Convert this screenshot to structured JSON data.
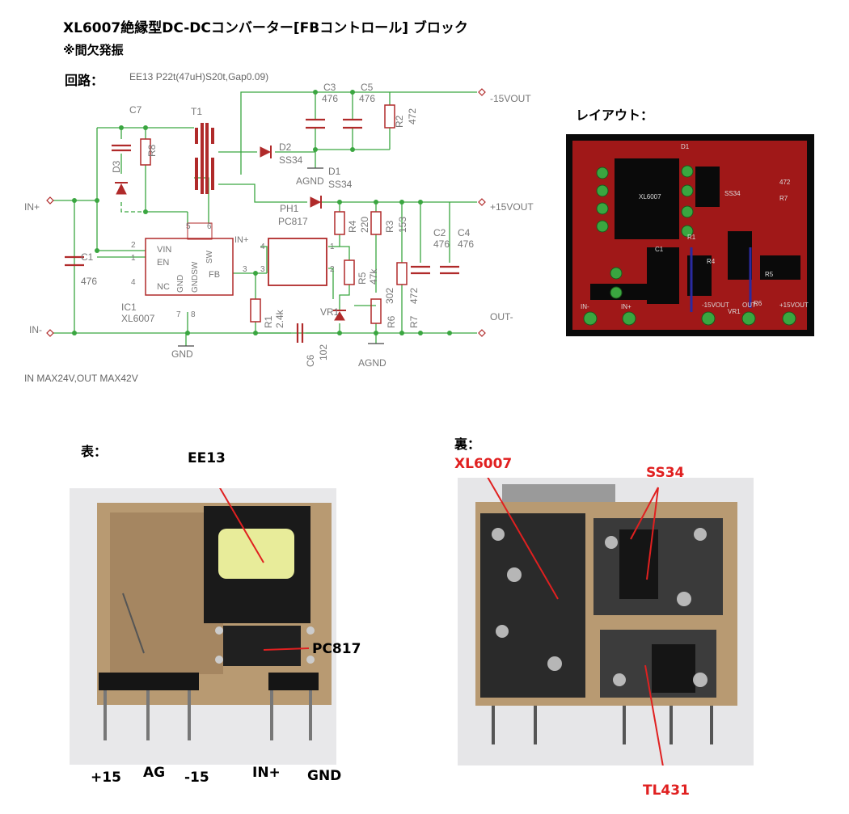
{
  "title": "XL6007絶縁型DC-DCコンバーター[FBコントロール] ブロック",
  "subtitle": "※間欠発振",
  "circuit_label": "回路：",
  "transformer_spec": "EE13 P22t(47uH)S20t,Gap0.09)",
  "io_note": "IN MAX24V,OUT MAX42V",
  "layout_label": "レイアウト：",
  "front_label": "表：",
  "back_label": "裏：",
  "schematic": {
    "nets": {
      "m15vout": "-15VOUT",
      "p15vout": "+15VOUT",
      "inp": "IN+",
      "inm": "IN-",
      "outm": "OUT-",
      "gnd": "GND",
      "agnd": "AGND",
      "inp_small": "IN+"
    },
    "parts": {
      "c7": "C7",
      "t1": "T1",
      "c3": "C3",
      "c3v": "476",
      "c5": "C5",
      "c5v": "476",
      "r2": "R2",
      "r2v": "472",
      "d2": "D2",
      "d2v": "SS34",
      "d1": "D1",
      "d1v": "SS34",
      "d3": "D3",
      "r8": "R8",
      "ph1": "PH1",
      "ph1v": "PC817",
      "r4": "R4",
      "r4v": "220",
      "r3": "R3",
      "r3v": "153",
      "c2": "C2",
      "c2v": "476",
      "c4": "C4",
      "c4v": "476",
      "c1": "C1",
      "c1v": "476",
      "ic1": "IC1",
      "ic1v": "XL6007",
      "r5": "R5",
      "r5v": "47k",
      "r1": "R1",
      "r1v": "2.4k",
      "vr1": "VR1",
      "r6": "R6",
      "r6v": "302",
      "r7": "R7",
      "r7v": "472",
      "c6": "C6",
      "c6v": "102"
    },
    "ic_pins": {
      "vin": "VIN",
      "en": "EN",
      "nc": "NC",
      "gnd": "GND",
      "gndsw": "GNDSW",
      "sw": "SW",
      "fb": "FB"
    },
    "pin_numbers": {
      "p1": "1",
      "p2": "2",
      "p3": "3",
      "p4": "4",
      "p5": "5",
      "p6": "6",
      "p7": "7",
      "p8": "8"
    },
    "opto_pins": {
      "p1": "1",
      "p2": "2",
      "p3": "3",
      "p4": "4"
    }
  },
  "pcb": {
    "d1": "D1",
    "c1": "C1",
    "ic_mark": "XL6007",
    "ss34": "SS34",
    "r7": "R7",
    "r472": "472",
    "vr1": "VR1",
    "r1": "R1",
    "r4": "R4",
    "r5": "R5",
    "r6": "R6",
    "pads": {
      "inm": "IN-",
      "inp": "IN+",
      "m15": "-15VOUT",
      "out": "OUT-",
      "p15": "+15VOUT"
    }
  },
  "front_photo": {
    "callouts": {
      "ee13": "EE13",
      "pc817": "PC817"
    },
    "pins": {
      "p15": "+15",
      "ag": "AG",
      "m15": "-15",
      "inp": "IN+",
      "gnd": "GND"
    }
  },
  "back_photo": {
    "callouts": {
      "xl6007": "XL6007",
      "ss34": "SS34",
      "tl431": "TL431"
    }
  },
  "colors": {
    "wire": "#3aa640",
    "part": "#b02a2a",
    "text": "#777777",
    "pcb_red": "#a01818",
    "pcb_copper": "#2a8a2a",
    "callout": "#e02020"
  }
}
